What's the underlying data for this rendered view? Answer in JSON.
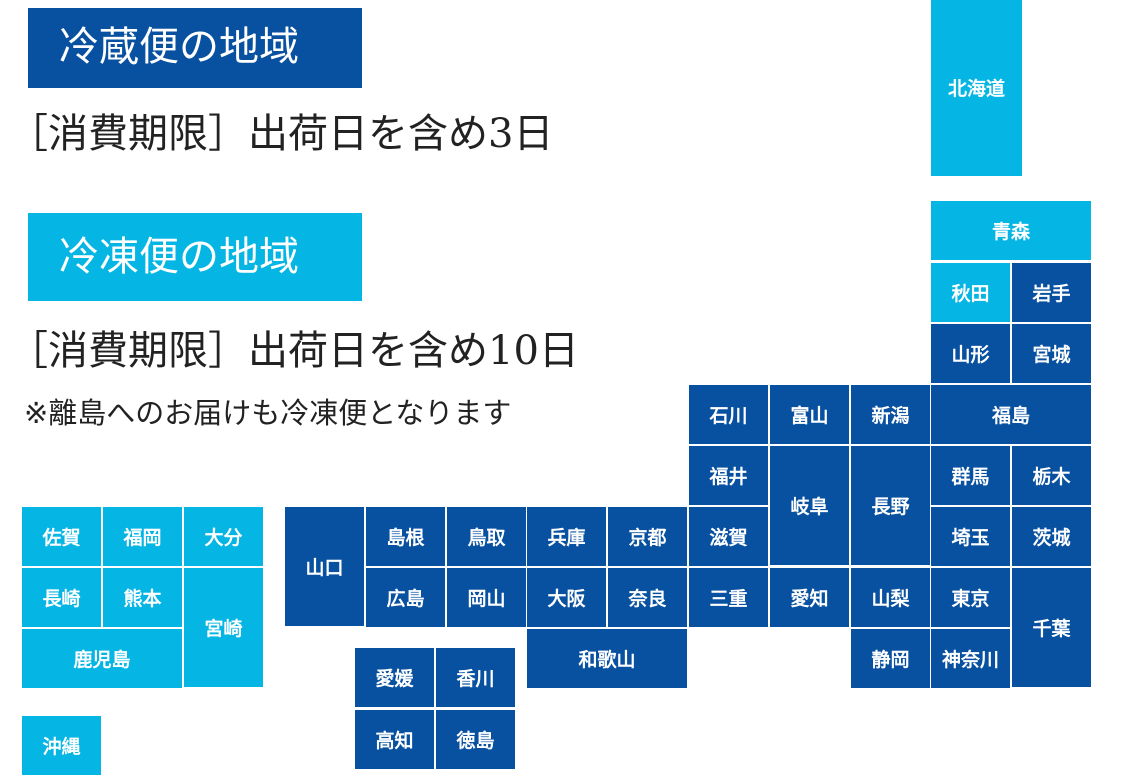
{
  "colors": {
    "cold": "#0850a0",
    "frozen": "#05b5e4"
  },
  "chilled": {
    "heading": "冷蔵便の地域",
    "limit": "［消費期限］出荷日を含め3日"
  },
  "frozen": {
    "heading": "冷凍便の地域",
    "limit": "［消費期限］出荷日を含め10日",
    "note": "※離島へのお届けも冷凍便となります"
  },
  "prefectures": [
    {
      "name": "北海道",
      "zone": "frozen"
    },
    {
      "name": "青森",
      "zone": "frozen"
    },
    {
      "name": "秋田",
      "zone": "frozen"
    },
    {
      "name": "岩手",
      "zone": "cold"
    },
    {
      "name": "山形",
      "zone": "cold"
    },
    {
      "name": "宮城",
      "zone": "cold"
    },
    {
      "name": "石川",
      "zone": "cold"
    },
    {
      "name": "富山",
      "zone": "cold"
    },
    {
      "name": "新潟",
      "zone": "cold"
    },
    {
      "name": "福島",
      "zone": "cold"
    },
    {
      "name": "福井",
      "zone": "cold"
    },
    {
      "name": "岐阜",
      "zone": "cold"
    },
    {
      "name": "長野",
      "zone": "cold"
    },
    {
      "name": "群馬",
      "zone": "cold"
    },
    {
      "name": "栃木",
      "zone": "cold"
    },
    {
      "name": "佐賀",
      "zone": "frozen"
    },
    {
      "name": "福岡",
      "zone": "frozen"
    },
    {
      "name": "大分",
      "zone": "frozen"
    },
    {
      "name": "山口",
      "zone": "cold"
    },
    {
      "name": "島根",
      "zone": "cold"
    },
    {
      "name": "鳥取",
      "zone": "cold"
    },
    {
      "name": "兵庫",
      "zone": "cold"
    },
    {
      "name": "京都",
      "zone": "cold"
    },
    {
      "name": "滋賀",
      "zone": "cold"
    },
    {
      "name": "埼玉",
      "zone": "cold"
    },
    {
      "name": "茨城",
      "zone": "cold"
    },
    {
      "name": "長崎",
      "zone": "frozen"
    },
    {
      "name": "熊本",
      "zone": "frozen"
    },
    {
      "name": "宮崎",
      "zone": "frozen"
    },
    {
      "name": "広島",
      "zone": "cold"
    },
    {
      "name": "岡山",
      "zone": "cold"
    },
    {
      "name": "大阪",
      "zone": "cold"
    },
    {
      "name": "奈良",
      "zone": "cold"
    },
    {
      "name": "三重",
      "zone": "cold"
    },
    {
      "name": "愛知",
      "zone": "cold"
    },
    {
      "name": "山梨",
      "zone": "cold"
    },
    {
      "name": "東京",
      "zone": "cold"
    },
    {
      "name": "千葉",
      "zone": "cold"
    },
    {
      "name": "鹿児島",
      "zone": "frozen"
    },
    {
      "name": "和歌山",
      "zone": "cold"
    },
    {
      "name": "静岡",
      "zone": "cold"
    },
    {
      "name": "神奈川",
      "zone": "cold"
    },
    {
      "name": "愛媛",
      "zone": "cold"
    },
    {
      "name": "香川",
      "zone": "cold"
    },
    {
      "name": "高知",
      "zone": "cold"
    },
    {
      "name": "徳島",
      "zone": "cold"
    },
    {
      "name": "沖縄",
      "zone": "frozen"
    }
  ]
}
